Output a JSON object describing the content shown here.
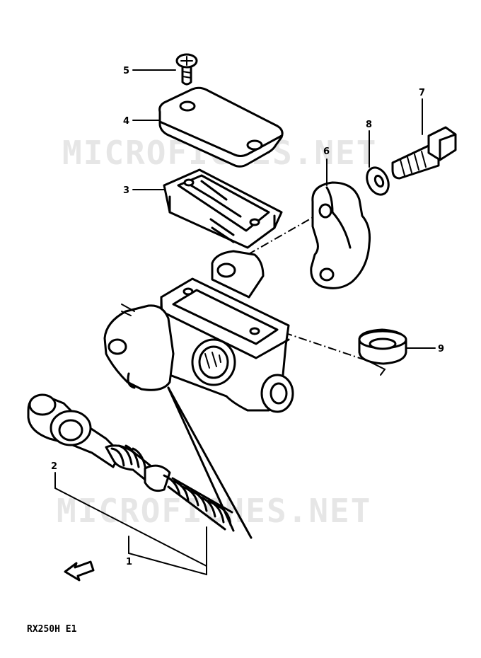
{
  "watermark": "MICROFICHES.NET",
  "model_code": "RX250H E1",
  "callouts": {
    "c1": "1",
    "c2": "2",
    "c3": "3",
    "c4": "4",
    "c5": "5",
    "c6": "6",
    "c7": "7",
    "c8": "8",
    "c9": "9"
  },
  "icons": {
    "direction_arrow": "front-arrow-icon"
  }
}
